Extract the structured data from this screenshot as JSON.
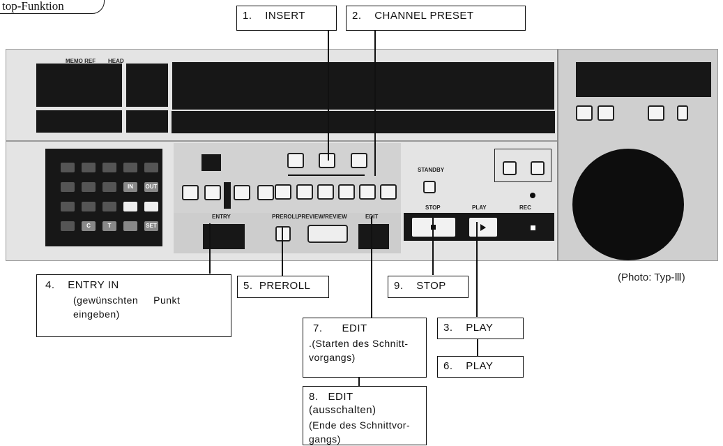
{
  "header_tab": "top-Funktion",
  "photo_caption": "(Photo: Typ-Ⅲ)",
  "panel_labels": {
    "mpo_ref": "MEMO REF",
    "head": "HEAD",
    "standby": "STANDBY",
    "stop": "STOP",
    "play": "PLAY",
    "rec": "REC",
    "preroll": "PREROLL",
    "preview_review": "PREVIEW/REVIEW",
    "edit": "EDIT",
    "entry": "ENTRY",
    "in_key": "IN",
    "out_key": "OUT",
    "set_key": "SET",
    "c_key": "C",
    "t_key": "T"
  },
  "labels": [
    {
      "num": "1.",
      "text": "INSERT"
    },
    {
      "num": "2.",
      "text": "CHANNEL PRESET"
    },
    {
      "num": "3.",
      "text": "PLAY"
    },
    {
      "num": "4.",
      "text": "ENTRY IN",
      "sub1": "(gewünschten",
      "sub1b": "Punkt",
      "sub2": "eingeben)"
    },
    {
      "num": "5.",
      "text": "PREROLL"
    },
    {
      "num": "6.",
      "text": "PLAY"
    },
    {
      "num": "7.",
      "text": "EDIT",
      "sub1": ".(Starten des Schnitt-",
      "sub2": "vorgangs)"
    },
    {
      "num": "8.",
      "text": "EDIT (ausschalten)",
      "sub1": "(Ende des Schnittvor-",
      "sub2": "gangs)"
    },
    {
      "num": "9.",
      "text": "STOP"
    }
  ]
}
